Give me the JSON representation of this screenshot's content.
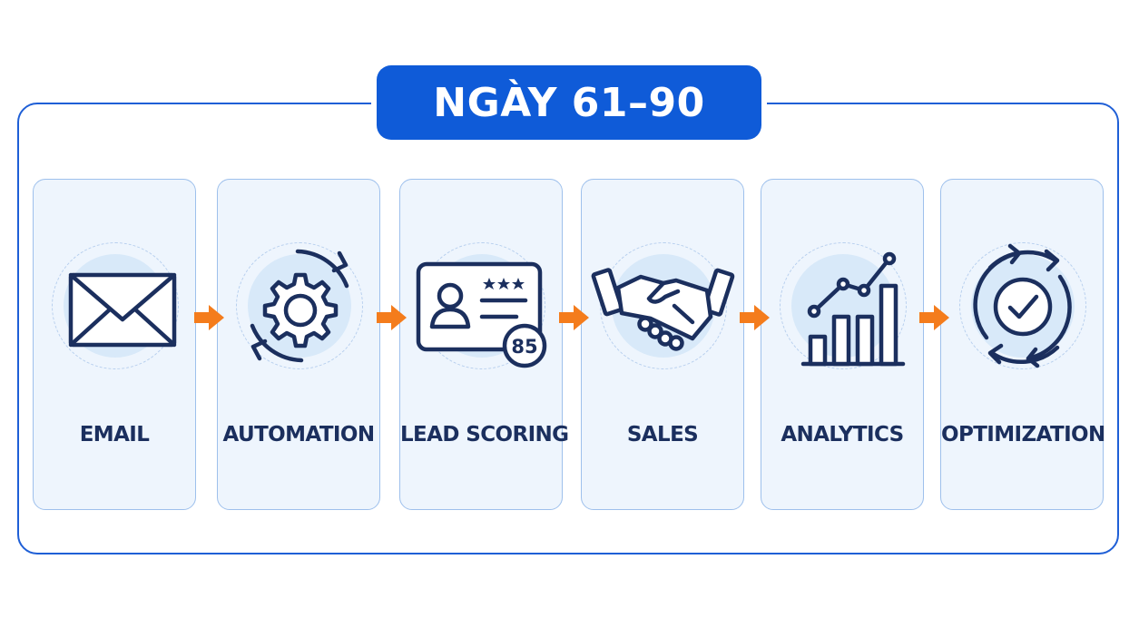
{
  "title": "NGÀY 61–90",
  "steps": [
    {
      "label": "EMAIL",
      "icon": "envelope-icon"
    },
    {
      "label": "AUTOMATION",
      "icon": "gear-cycle-icon"
    },
    {
      "label": "LEAD SCORING",
      "icon": "profile-card-score-icon",
      "badge": "85"
    },
    {
      "label": "SALES",
      "icon": "handshake-icon"
    },
    {
      "label": "ANALYTICS",
      "icon": "bar-chart-trend-icon"
    },
    {
      "label": "OPTIMIZATION",
      "icon": "check-cycle-icon"
    }
  ],
  "colors": {
    "accent": "#0f5bd8",
    "card_fill": "#eef5fd",
    "icon_stroke": "#1b2f5e",
    "arrow": "#f47c1c"
  }
}
